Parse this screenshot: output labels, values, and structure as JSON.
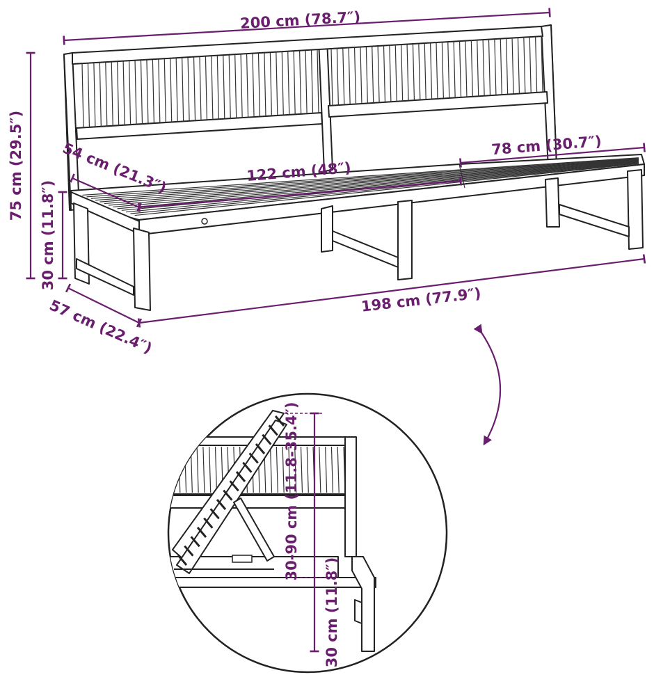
{
  "colors": {
    "dimension": "#6a1f6e",
    "line": "#222222",
    "background": "#ffffff"
  },
  "dimensions": {
    "total_width": "200 cm (78.7″)",
    "height": "75 cm (29.5″)",
    "seat_height": "30 cm (11.8″)",
    "backrest_depth": "54 cm (21.3″)",
    "left_section_width": "122 cm (48″)",
    "right_section_width": "78 cm (30.7″)",
    "base_length": "198 cm (77.9″)",
    "depth": "57 cm (22.4″)",
    "detail_adjustable_height": "30-90 cm (11.8-35.4″)",
    "detail_seat_height": "30 cm (11.8″)"
  }
}
